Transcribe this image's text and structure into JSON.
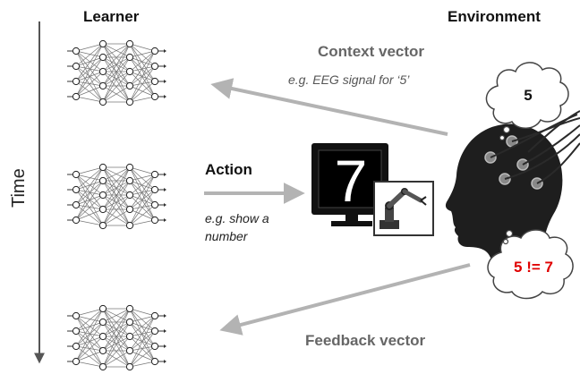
{
  "headers": {
    "learner": "Learner",
    "environment": "Environment"
  },
  "time_axis": {
    "label": "Time"
  },
  "context": {
    "title": "Context vector",
    "subtitle": "e.g. EEG signal for ‘5’"
  },
  "action": {
    "title": "Action",
    "subtitle_line1": "e.g. show a",
    "subtitle_line2": "number"
  },
  "feedback": {
    "title": "Feedback vector"
  },
  "thought_bubbles": {
    "perceived": "5",
    "mismatch": "5 != 7"
  },
  "monitor": {
    "digit": "7"
  },
  "colors": {
    "arrow": "#b3b3b3",
    "mismatch_text": "#e00000",
    "head": "#1e1e1e"
  },
  "icons": [
    "neural-network-icon",
    "monitor-icon",
    "robot-arm-icon",
    "human-head-icon",
    "thought-bubble-icon"
  ]
}
